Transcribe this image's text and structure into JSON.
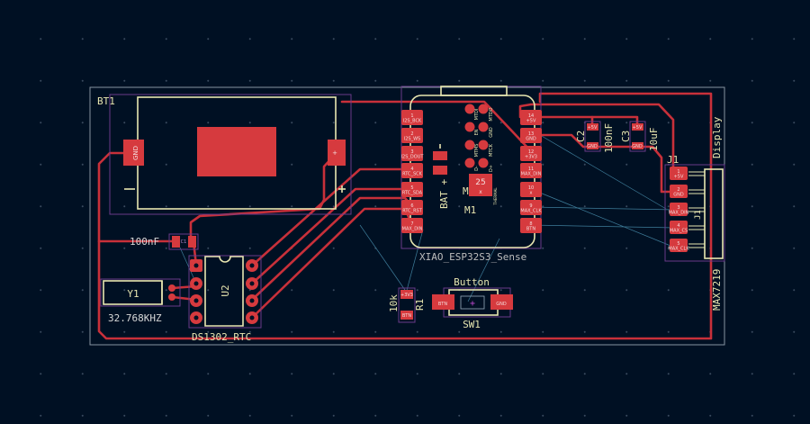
{
  "board": {
    "bt1": {
      "ref": "BT1",
      "gnd_pad": "GND",
      "plus_pad": "+"
    },
    "c1": {
      "ref": "C1",
      "value": "100nF"
    },
    "u2": {
      "ref": "U2",
      "value": "DS1302_RTC"
    },
    "y1": {
      "ref": "Y1",
      "value": "32.768KHZ"
    },
    "m1": {
      "ref": "M1",
      "ref2": "M",
      "value": "XIAO_ESP32S3_Sense",
      "bat_label": "BAT +",
      "thermal_label": "THERMAL",
      "thermal_pad": {
        "num": "25",
        "net": "x"
      },
      "left_pins": [
        {
          "num": "1",
          "net": "I2S_BCK"
        },
        {
          "num": "2",
          "net": "I2S_WS"
        },
        {
          "num": "3",
          "net": "I2S_DOUT"
        },
        {
          "num": "4",
          "net": "RTC_SCK"
        },
        {
          "num": "5",
          "net": "RTC_SDA"
        },
        {
          "num": "6",
          "net": "RTC_RST"
        },
        {
          "num": "7",
          "net": "MAX_DIN"
        }
      ],
      "right_pins": [
        {
          "num": "14",
          "net": "+5V"
        },
        {
          "num": "13",
          "net": "GND"
        },
        {
          "num": "12",
          "net": "+3V3"
        },
        {
          "num": "11",
          "net": "MAX_DIN"
        },
        {
          "num": "10",
          "net": "x"
        },
        {
          "num": "9",
          "net": "MAX_CLK"
        },
        {
          "num": "8",
          "net": "BTN"
        }
      ],
      "mid_labels_left": [
        "MTDI",
        "EN",
        "MTMS",
        "D-"
      ],
      "mid_labels_right": [
        "MTDO",
        "GND",
        "MTCK",
        "D+"
      ]
    },
    "c2": {
      "ref": "C2",
      "value": "100nF",
      "pad_top": "+5V",
      "pad_bottom": "GND"
    },
    "c3": {
      "ref": "C3",
      "value": "10uF",
      "pad_top": "+5V",
      "pad_bottom": "GND"
    },
    "j1": {
      "ref": "J1",
      "value": "Display",
      "footprint_label": "MAX7219",
      "pins": [
        {
          "num": "1",
          "net": "+5V"
        },
        {
          "num": "2",
          "net": "GND"
        },
        {
          "num": "3",
          "net": "MAX_DIN"
        },
        {
          "num": "4",
          "net": "MAX_CS"
        },
        {
          "num": "5",
          "net": "MAX_CLK"
        }
      ]
    },
    "r1": {
      "ref": "R1",
      "value": "10k",
      "pad_top": "+3V3",
      "pad_bottom": "BTN"
    },
    "sw1": {
      "ref": "SW1",
      "value": "Button",
      "pad_left": "BTN",
      "pad_right": "GND"
    }
  },
  "colors": {
    "background": "#001023",
    "copper": "#c8303a",
    "silk": "#e8e6b0",
    "courtyard": "#6a3a8a"
  }
}
